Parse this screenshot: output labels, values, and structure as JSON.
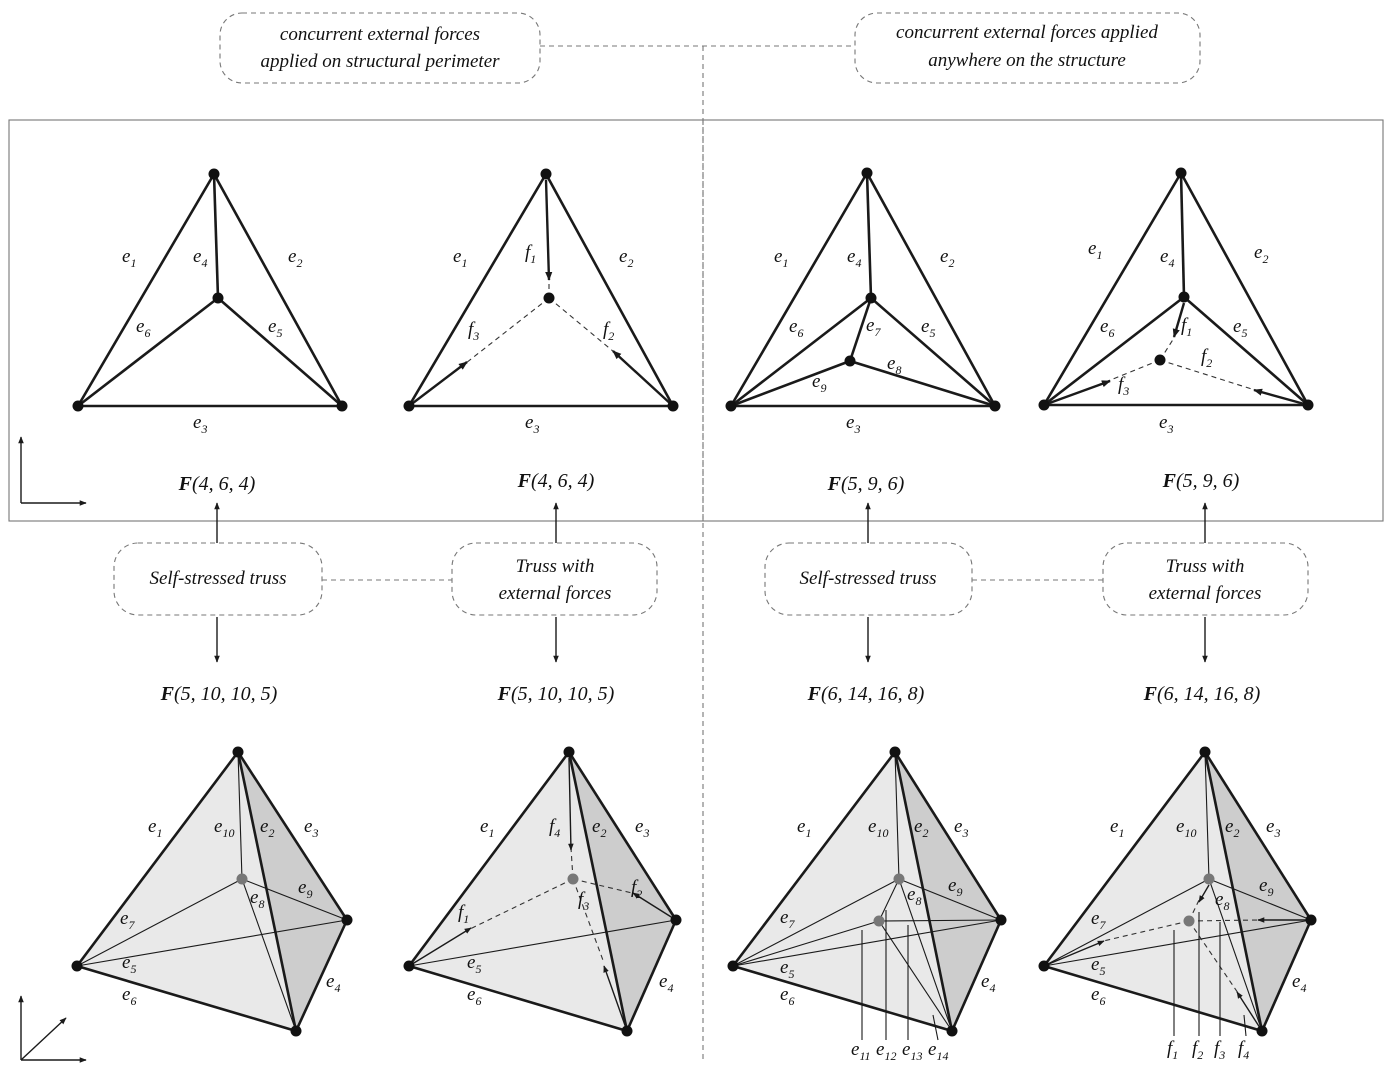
{
  "headers": {
    "left": [
      "concurrent external forces",
      "applied on structural perimeter"
    ],
    "right": [
      "concurrent external forces applied",
      "anywhere on the structure"
    ]
  },
  "captions": {
    "self_stressed": "Self-stressed truss",
    "external": [
      "Truss with",
      "external forces"
    ]
  },
  "formulas": {
    "top": [
      "F(4, 6, 4)",
      "F(4, 6, 4)",
      "F(5, 9, 6)",
      "F(5, 9, 6)"
    ],
    "bottom": [
      "F(5, 10, 10, 5)",
      "F(5, 10, 10, 5)",
      "F(6, 14, 16, 8)",
      "F(6, 14, 16, 8)"
    ]
  },
  "panels_2d": [
    {
      "labels": [
        "e1",
        "e2",
        "e3",
        "e4",
        "e5",
        "e6"
      ]
    },
    {
      "labels": [
        "e1",
        "e2",
        "e3",
        "f1",
        "f2",
        "f3"
      ]
    },
    {
      "labels": [
        "e1",
        "e2",
        "e3",
        "e4",
        "e5",
        "e6",
        "e7",
        "e8",
        "e9"
      ]
    },
    {
      "labels": [
        "e1",
        "e2",
        "e3",
        "e4",
        "e5",
        "e6",
        "f1",
        "f2",
        "f3"
      ]
    }
  ],
  "panels_3d": [
    {
      "labels": [
        "e1",
        "e2",
        "e3",
        "e4",
        "e5",
        "e6",
        "e7",
        "e8",
        "e9",
        "e10"
      ]
    },
    {
      "labels": [
        "e1",
        "e2",
        "e3",
        "e4",
        "e5",
        "e6",
        "f1",
        "f2",
        "f3",
        "f4"
      ]
    },
    {
      "labels": [
        "e1",
        "e2",
        "e3",
        "e4",
        "e5",
        "e6",
        "e7",
        "e8",
        "e9",
        "e10",
        "e11",
        "e12",
        "e13",
        "e14"
      ]
    },
    {
      "labels": [
        "e1",
        "e2",
        "e3",
        "e4",
        "e5",
        "e6",
        "e7",
        "e8",
        "e9",
        "e10",
        "f1",
        "f2",
        "f3",
        "f4"
      ]
    }
  ]
}
